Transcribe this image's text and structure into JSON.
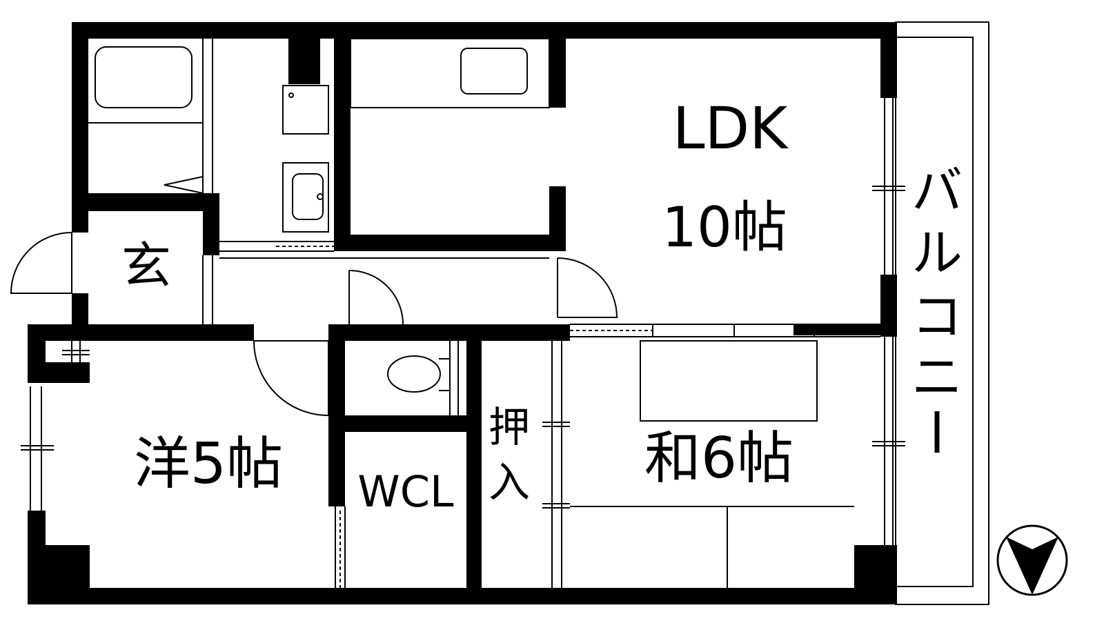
{
  "rooms": {
    "ldk_name": "LDK",
    "ldk_size": "10帖",
    "entrance": "玄",
    "western_room": "洋5帖",
    "japanese_room": "和6帖",
    "closet_top": "押",
    "closet_bottom": "入",
    "wcl": "WCL"
  },
  "balcony": {
    "chars": [
      "バ",
      "ル",
      "コ",
      "ニ",
      "ー"
    ]
  },
  "compass": {
    "icon": "north-arrow-icon"
  },
  "colors": {
    "wall": "#000000",
    "background": "#ffffff"
  }
}
